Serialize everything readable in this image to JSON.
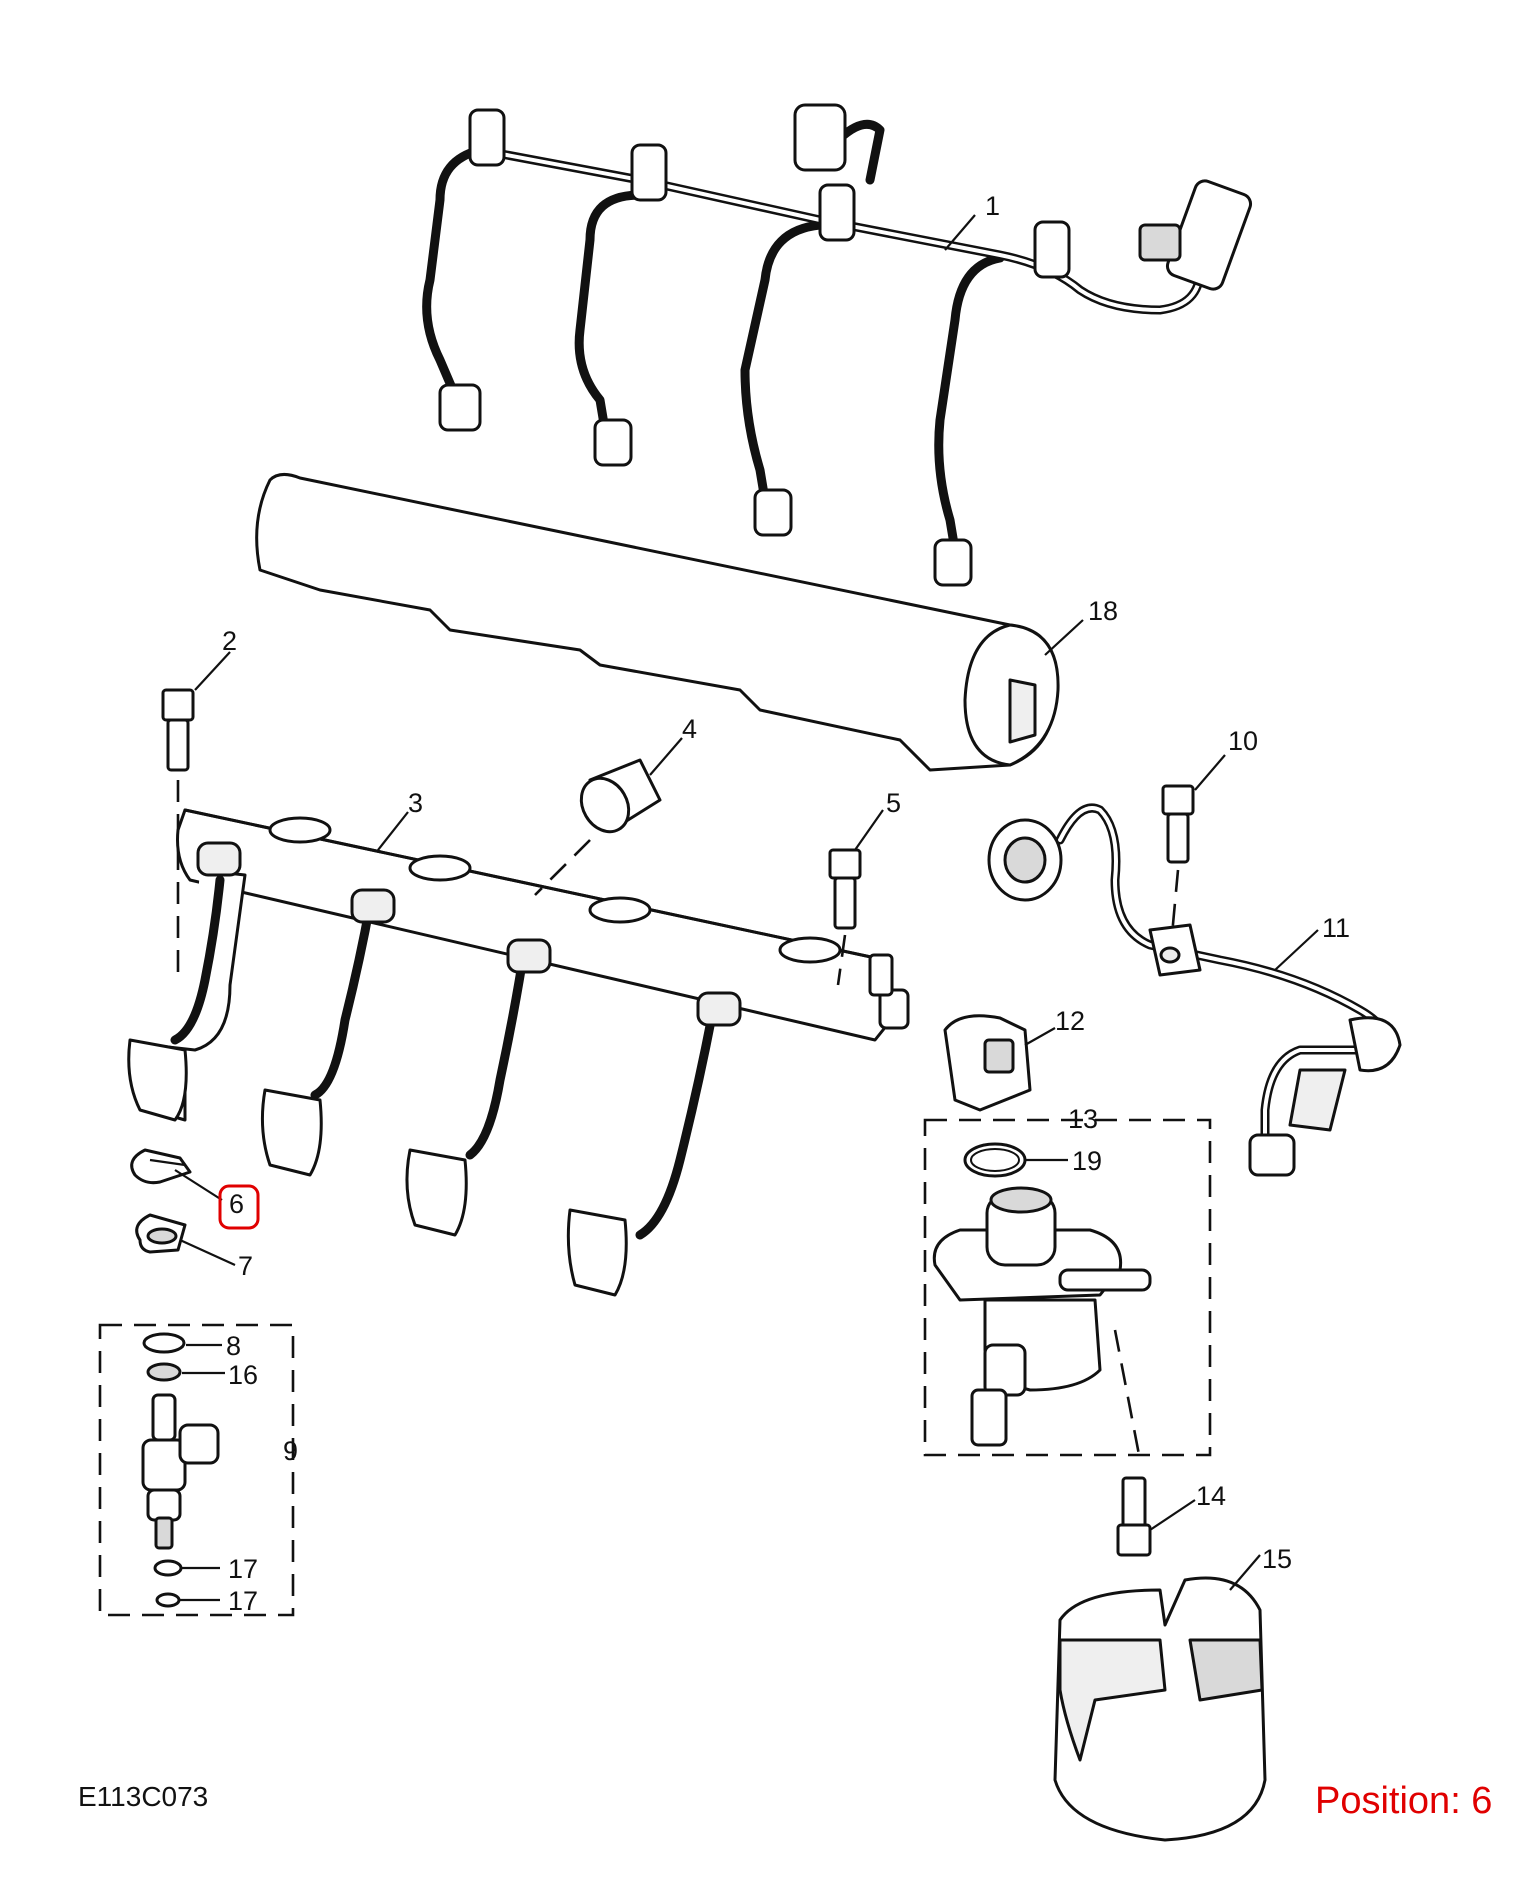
{
  "diagram": {
    "figure_code": "E113C073",
    "position_label": "Position: 6",
    "highlight_color": "#e00000",
    "ink_color": "#111111",
    "highlighted_callout": "6",
    "callouts": [
      {
        "id": "c1",
        "label": "1"
      },
      {
        "id": "c2",
        "label": "2"
      },
      {
        "id": "c3",
        "label": "3"
      },
      {
        "id": "c4",
        "label": "4"
      },
      {
        "id": "c5",
        "label": "5"
      },
      {
        "id": "c6",
        "label": "6"
      },
      {
        "id": "c7",
        "label": "7"
      },
      {
        "id": "c8",
        "label": "8"
      },
      {
        "id": "c9",
        "label": "9"
      },
      {
        "id": "c10",
        "label": "10"
      },
      {
        "id": "c11",
        "label": "11"
      },
      {
        "id": "c12",
        "label": "12"
      },
      {
        "id": "c13",
        "label": "13"
      },
      {
        "id": "c14",
        "label": "14"
      },
      {
        "id": "c15",
        "label": "15"
      },
      {
        "id": "c16",
        "label": "16"
      },
      {
        "id": "c17a",
        "label": "17"
      },
      {
        "id": "c17b",
        "label": "17"
      },
      {
        "id": "c18",
        "label": "18"
      },
      {
        "id": "c19",
        "label": "19"
      }
    ]
  }
}
